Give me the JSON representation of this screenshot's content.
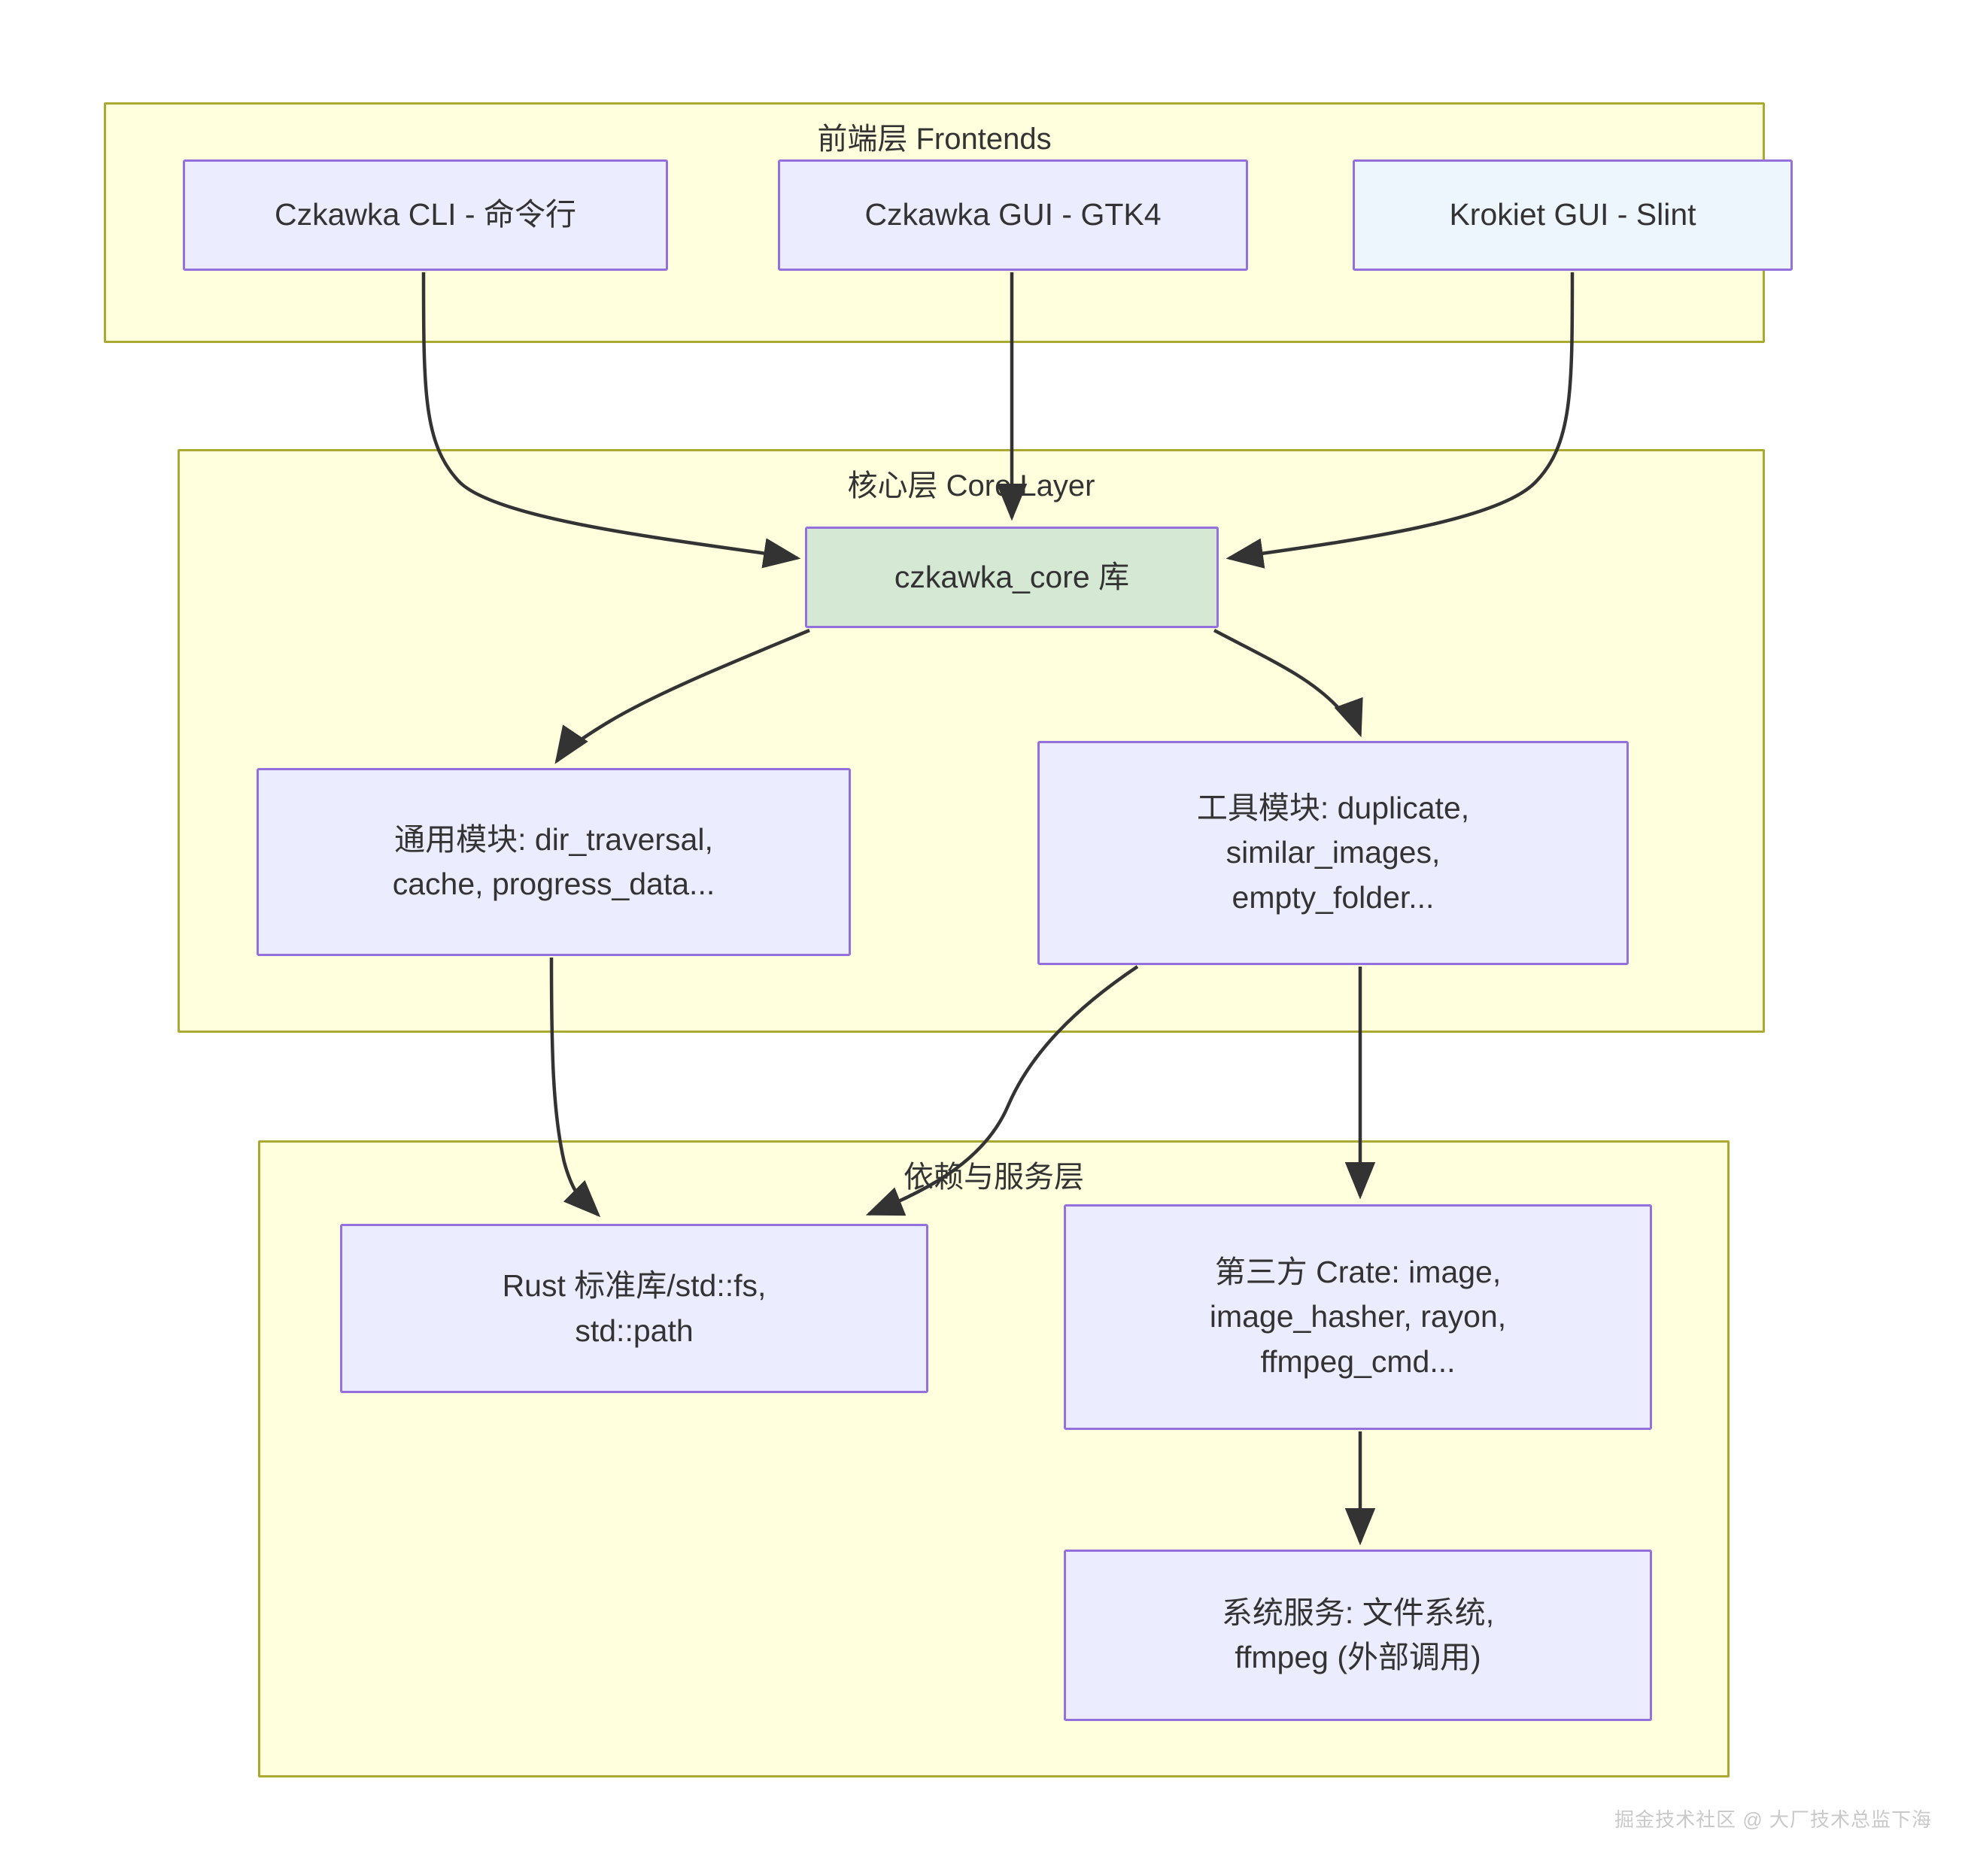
{
  "diagram": {
    "type": "layered-architecture-flowchart",
    "title_visible": false,
    "colors": {
      "cluster_fill": "#ffffde",
      "cluster_border": "#aaaa33",
      "node_fill": "#ececff",
      "node_border": "#9370db",
      "core_node_fill": "#d5e8d4",
      "pale_node_fill": "#eef6fd",
      "edge_stroke": "#333333",
      "text": "#333333",
      "watermark": "#c9c9c9"
    },
    "clusters": [
      {
        "id": "frontends",
        "title": "前端层 Frontends",
        "nodes": [
          "czkawka-cli",
          "czkawka-gui",
          "krokiet-gui"
        ]
      },
      {
        "id": "core-layer",
        "title": "核心层 Core Layer",
        "nodes": [
          "czkawka-core",
          "common-modules",
          "tool-modules"
        ]
      },
      {
        "id": "deps-services",
        "title": "依赖与服务层",
        "nodes": [
          "rust-std",
          "third-party-crates",
          "system-services"
        ]
      }
    ],
    "nodes": [
      {
        "id": "czkawka-cli",
        "label": "Czkawka CLI - 命令行",
        "style": "default"
      },
      {
        "id": "czkawka-gui",
        "label": "Czkawka GUI - GTK4",
        "style": "default"
      },
      {
        "id": "krokiet-gui",
        "label": "Krokiet GUI - Slint",
        "style": "pale"
      },
      {
        "id": "czkawka-core",
        "label": "czkawka_core 库",
        "style": "green"
      },
      {
        "id": "common-modules",
        "label": "通用模块: dir_traversal,\ncache, progress_data...",
        "style": "default"
      },
      {
        "id": "tool-modules",
        "label": "工具模块: duplicate,\nsimilar_images,\nempty_folder...",
        "style": "default"
      },
      {
        "id": "rust-std",
        "label": "Rust 标准库/std::fs,\nstd::path",
        "style": "default"
      },
      {
        "id": "third-party-crates",
        "label": "第三方 Crate: image,\nimage_hasher, rayon,\nffmpeg_cmd...",
        "style": "default"
      },
      {
        "id": "system-services",
        "label": "系统服务: 文件系统,\nffmpeg (外部调用)",
        "style": "default"
      }
    ],
    "edges": [
      {
        "from": "czkawka-cli",
        "to": "czkawka-core",
        "label": ""
      },
      {
        "from": "czkawka-gui",
        "to": "czkawka-core",
        "label": ""
      },
      {
        "from": "krokiet-gui",
        "to": "czkawka-core",
        "label": ""
      },
      {
        "from": "czkawka-core",
        "to": "common-modules",
        "label": ""
      },
      {
        "from": "czkawka-core",
        "to": "tool-modules",
        "label": ""
      },
      {
        "from": "common-modules",
        "to": "rust-std",
        "label": ""
      },
      {
        "from": "tool-modules",
        "to": "rust-std",
        "label": ""
      },
      {
        "from": "tool-modules",
        "to": "third-party-crates",
        "label": ""
      },
      {
        "from": "third-party-crates",
        "to": "system-services",
        "label": ""
      }
    ]
  },
  "watermark": {
    "text": "掘金技术社区 @ 大厂技术总监下海"
  }
}
